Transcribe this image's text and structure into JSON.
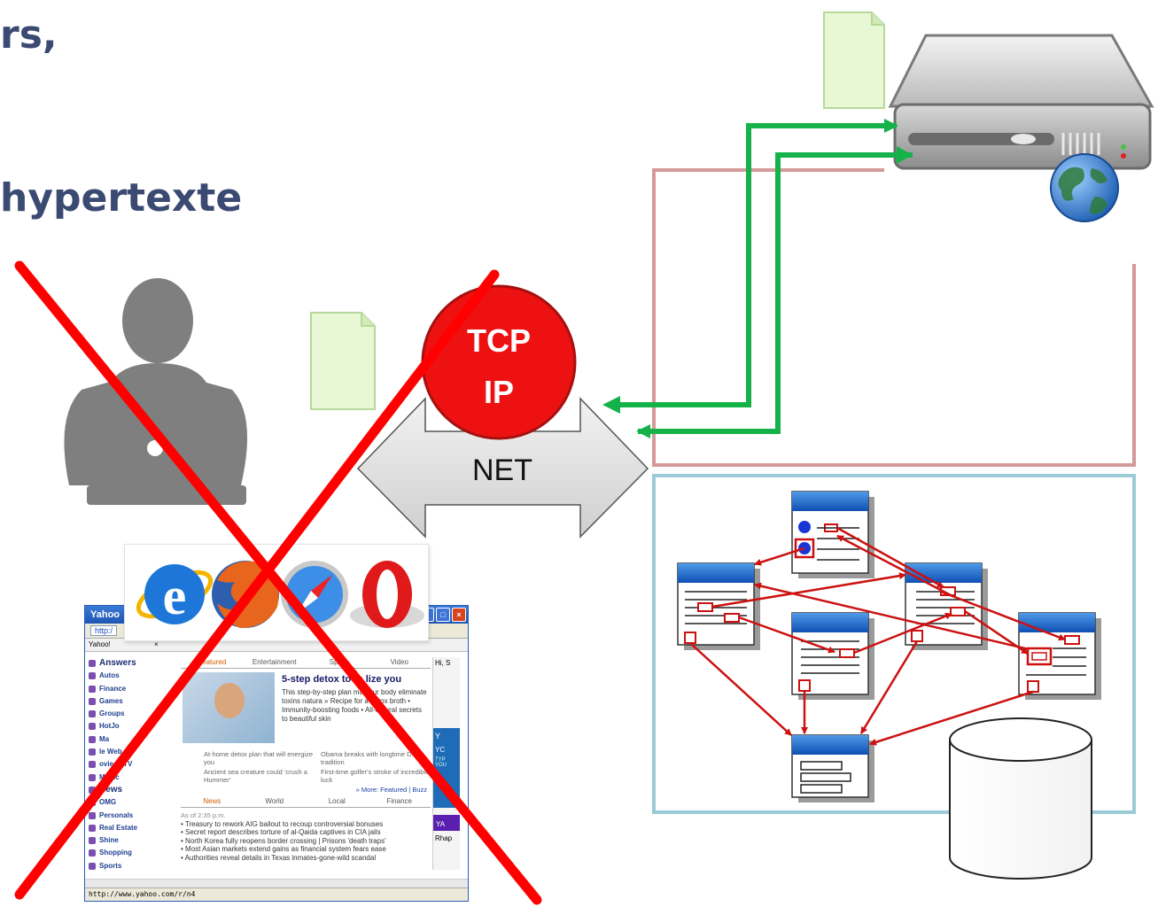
{
  "titles": {
    "line1": "rs,",
    "line2": "hypertexte"
  },
  "network": {
    "protocol_line1": "TCP",
    "protocol_line2": "IP",
    "net_label": "NET"
  },
  "icons": [
    "user-laptop-icon",
    "document-icon",
    "web-server-icon",
    "globe-icon",
    "database-icon",
    "internet-explorer-icon",
    "firefox-icon",
    "safari-icon",
    "opera-icon"
  ],
  "colors": {
    "title": "#3b4a72",
    "cross": "#ff0000",
    "tcp_circle": "#ee1111",
    "green_arrows": "#15b24a",
    "server_box_border": "#d49a9a",
    "web_box_border": "#9ccad6",
    "hyperlink_arrows": "#cc1111",
    "document": "#e8f8d4"
  },
  "browser": {
    "window_title": "Yahoo",
    "address": "http:/",
    "tab_label": "Yahoo!",
    "tab_close": "×",
    "sidebar": [
      "Answers",
      "Autos",
      "Finance",
      "Games",
      "Groups",
      "HotJo",
      "Ma",
      "le Web",
      "ovies | TV",
      "Music",
      "News",
      "OMG",
      "Personals",
      "Real Estate",
      "Shine",
      "Shopping",
      "Sports"
    ],
    "tabs": [
      "Featured",
      "Entertainment",
      "Spor",
      "Video"
    ],
    "headline": "5-step detox to re   lize you",
    "blurb": "This step-by-step plan ma    your body eliminate toxins natura » Recipe for a detox broth • Immunity-boosting foods • All-natural secrets to beautiful skin",
    "mini_items": [
      "At-home detox plan that will energize you",
      "Obama breaks with longtime D.C. tradition",
      "Ancient sea creature could 'crush a Hummer'",
      "First-time golfer's stroke of incredible luck"
    ],
    "more": "» More: Featured | Buzz",
    "news_tabs": [
      "News",
      "World",
      "Local",
      "Finance"
    ],
    "timestamp": "As of 2:35 p.m.",
    "news": [
      "• Treasury to rework AIG bailout to recoup controversial bonuses",
      "• Secret report describes torture of al-Qaida captives in CIA jails",
      "• North Korea fully reopens border crossing | Prisons 'death traps'",
      "• Most Asian markets extend gains as financial system fears ease",
      "• Authorities reveal details in Texas inmates-gone-wild scandal"
    ],
    "right_panel": [
      "Hi, S",
      "Y",
      "YC",
      "TYP YOU",
      "YA",
      "Rhap"
    ],
    "status": "http://www.yahoo.com/r/n4"
  }
}
